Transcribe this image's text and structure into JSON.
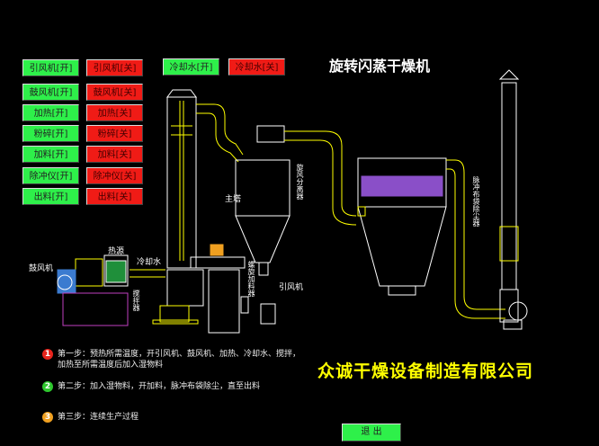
{
  "title": "旋转闪蒸干燥机",
  "company": "众诚干燥设备制造有限公司",
  "controls": [
    {
      "on": "引风机[开]",
      "off": "引风机[关]"
    },
    {
      "on": "鼓风机[开]",
      "off": "鼓风机[关]"
    },
    {
      "on": "加热[开]",
      "off": "加热[关]"
    },
    {
      "on": "粉碎[开]",
      "off": "粉碎[关]"
    },
    {
      "on": "加料[开]",
      "off": "加料[关]"
    },
    {
      "on": "除冲仪[开]",
      "off": "除冲仪[关]"
    },
    {
      "on": "出料[开]",
      "off": "出料[关]"
    }
  ],
  "cooling": {
    "on": "冷却水[开]",
    "off": "冷却水[关]"
  },
  "labels": {
    "main_tower": "主塔",
    "heat_source": "热源",
    "blower": "鼓风机",
    "cooling_water": "冷却水",
    "cyclone": "旋风分离器",
    "screw_feeder": "螺旋加料器",
    "exhaust_fan": "引风机",
    "bag_filter": "脉冲布袋除尘器",
    "stirrer": "搅拌器"
  },
  "steps": [
    {
      "num": "1",
      "color": "#e8241c",
      "text": "第一步：预热所需温度，开引风机、鼓风机、加热、冷却水、搅拌，",
      "text2": "加热至所需温度后加入湿物料"
    },
    {
      "num": "2",
      "color": "#2ec82e",
      "text": "第二步：加入湿物料，开加料，脉冲布袋除尘，直至出料",
      "text2": ""
    },
    {
      "num": "3",
      "color": "#f0a020",
      "text": "第三步：连续生产过程",
      "text2": ""
    }
  ],
  "exit_label": "退 出"
}
